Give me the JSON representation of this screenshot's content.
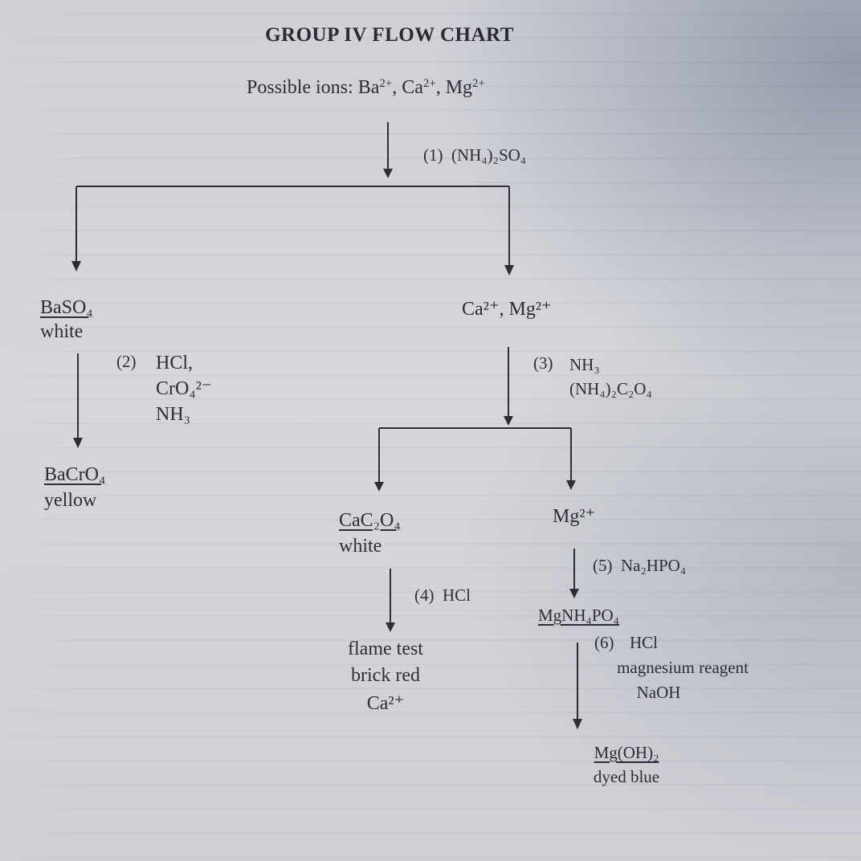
{
  "title": "GROUP IV FLOW CHART",
  "start": {
    "prefix": "Possible ions:",
    "ions": [
      {
        "el": "Ba",
        "ch": "2+"
      },
      {
        "el": "Ca",
        "ch": "2+"
      },
      {
        "el": "Mg",
        "ch": "2+"
      }
    ]
  },
  "steps": {
    "s1": {
      "num": "(1)",
      "reagent": "(NH₄)₂SO₄"
    },
    "s2": {
      "num": "(2)",
      "lines": [
        "HCl,",
        "CrO₄²⁻",
        "NH₃"
      ]
    },
    "s3": {
      "num": "(3)",
      "lines": [
        "NH₃",
        "(NH₄)₂C₂O₄"
      ]
    },
    "s4": {
      "num": "(4)",
      "reagent": "HCl"
    },
    "s5": {
      "num": "(5)",
      "reagent": "Na₂HPO₄"
    },
    "s6": {
      "num": "(6)",
      "lines": [
        "HCl",
        "magnesium reagent",
        "NaOH"
      ]
    }
  },
  "products": {
    "baso4": {
      "formula": "BaSO₄",
      "note": "white"
    },
    "ca_mg": {
      "text": "Ca²⁺, Mg²⁺"
    },
    "bacro4": {
      "formula": "BaCrO₄",
      "note": "yellow"
    },
    "cac2o4": {
      "formula": "CaC₂O₄",
      "note": "white"
    },
    "mg": {
      "text": "Mg²⁺"
    },
    "flame": {
      "lines": [
        "flame test",
        "brick red",
        "Ca²⁺"
      ]
    },
    "mgnh4po4": {
      "formula": "MgNH₄PO₄"
    },
    "mgoh2": {
      "formula": "Mg(OH)₂",
      "note": "dyed blue"
    }
  },
  "colors": {
    "ink": "#2e2d35",
    "paper": "#d3d4da",
    "shadow": "#5f6e87"
  }
}
